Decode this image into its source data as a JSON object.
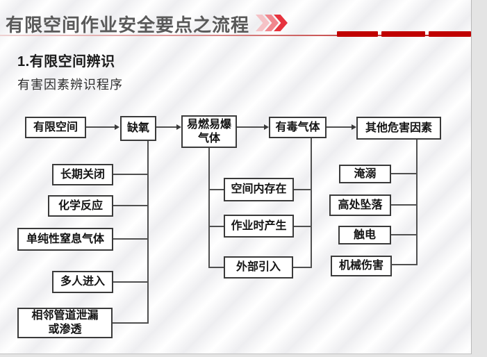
{
  "page": {
    "title": "有限空间作业安全要点之流程",
    "section_heading": "1.有限空间辨识",
    "section_subheading": "有害因素辨识程序",
    "accent_red": "#c00000",
    "title_color": "#595959",
    "box_border_color": "#3a3a3a",
    "icons": {
      "header_decoration": "triple-right-chevrons"
    }
  },
  "flowchart": {
    "main_chain": [
      "有限空间",
      "缺氧",
      "易燃易爆\n气体",
      "有毒气体",
      "其他危害因素"
    ],
    "oxygen_deficiency_causes": [
      "长期关闭",
      "化学反应",
      "单纯性窒息气体",
      "多人进入",
      "相邻管道泄漏\n或渗透"
    ],
    "gas_sources": [
      "空间内存在",
      "作业时产生",
      "外部引入"
    ],
    "other_hazards": [
      "淹溺",
      "高处坠落",
      "触电",
      "机械伤害"
    ]
  }
}
